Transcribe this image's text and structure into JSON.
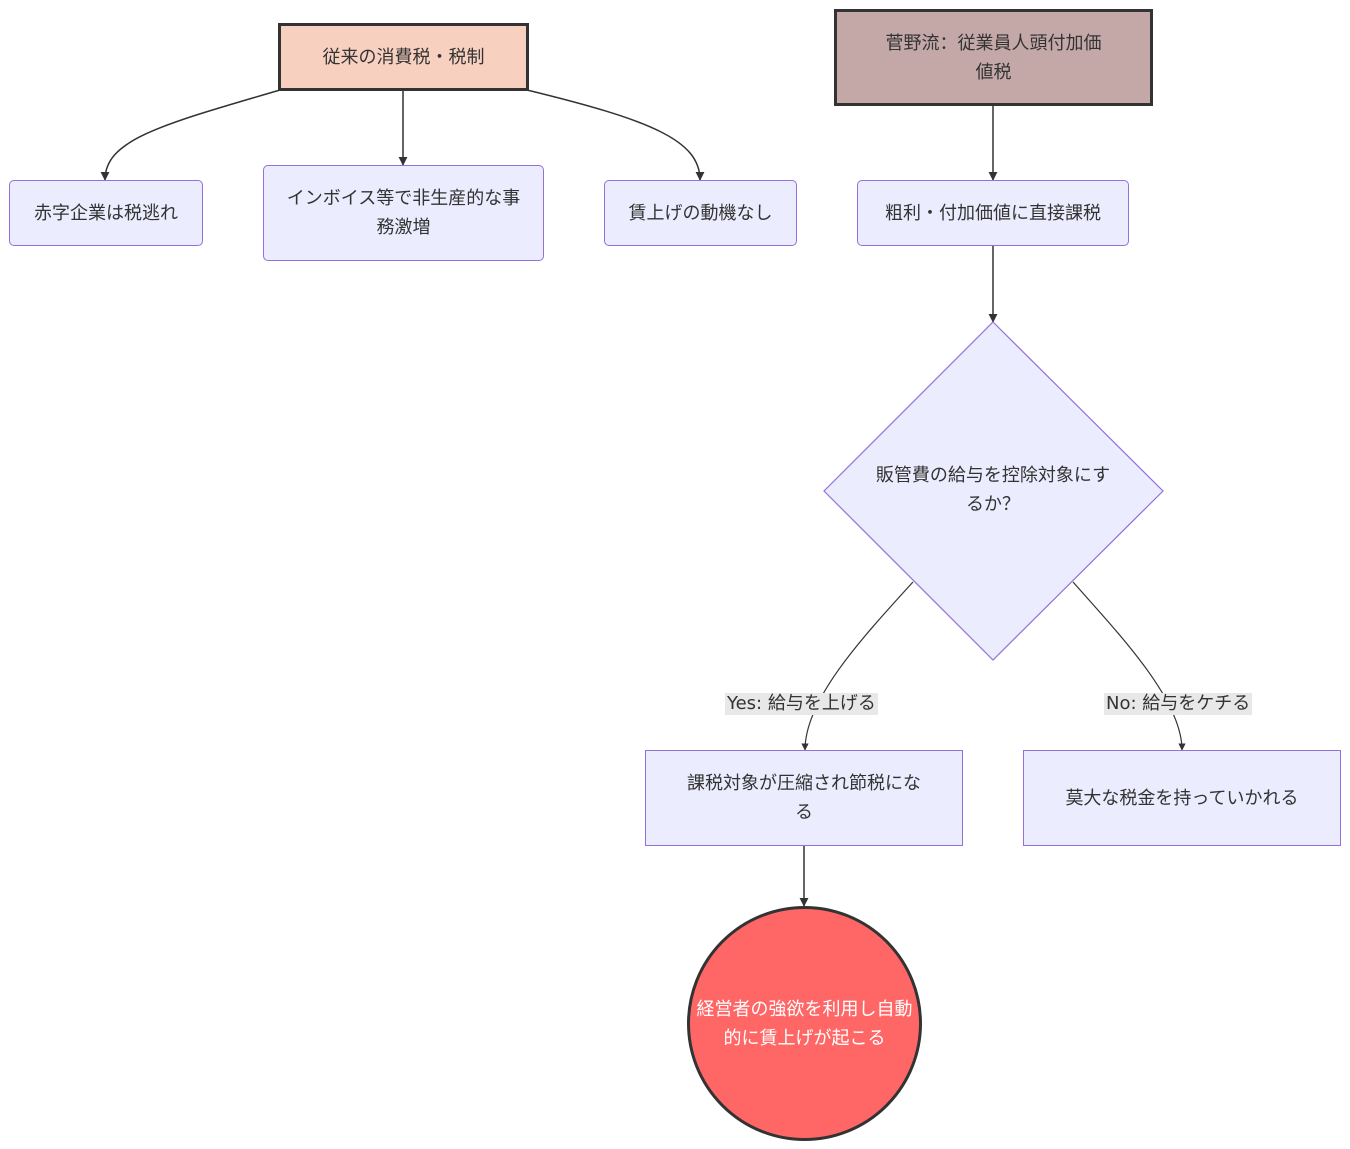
{
  "diagram": {
    "nodes": {
      "traditional": "従来の消費税・税制",
      "deficit": "赤字企業は税逃れ",
      "invoice": "インボイス等で非生産的な事務激増",
      "no_motive": "賃上げの動機なし",
      "sugano": "菅野流：従業員人頭付加価値税",
      "direct_tax": "粗利・付加価値に直接課税",
      "decision": "販管費の給与を控除対象にするか？",
      "yes_result": "課税対象が圧縮され節税になる",
      "no_result": "莫大な税金を持っていかれる",
      "outcome": "経営者の強欲を利用し自動的に賃上げが起こる"
    },
    "edge_labels": {
      "yes": "Yes: 給与を上げる",
      "no": "No: 給与をケチる"
    },
    "colors": {
      "node_fill": "#ECECFF",
      "node_stroke": "#9370DB",
      "traditional_fill": "#F8D0C0",
      "sugano_fill": "#C4A8A8",
      "outcome_fill": "#FF6666",
      "edge": "#333333"
    }
  }
}
